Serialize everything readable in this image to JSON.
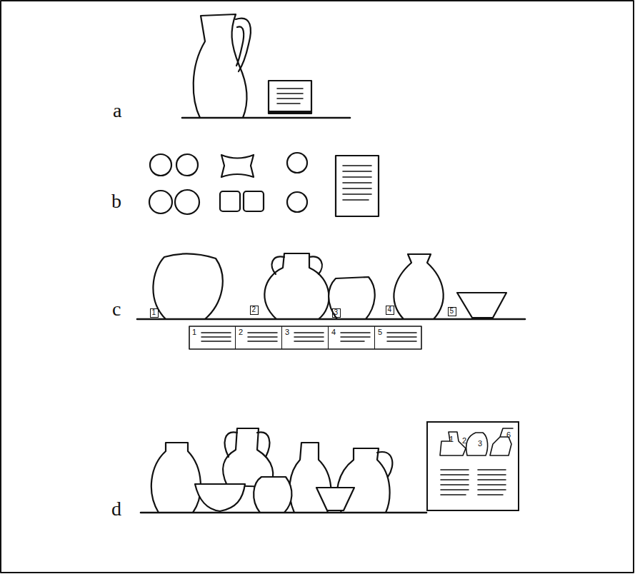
{
  "diagram": {
    "nodes": [
      {
        "text": [
          "1"
        ]
      },
      {
        "text": [
          "2"
        ]
      },
      {
        "text": [
          "3"
        ]
      },
      {
        "text": [
          "4"
        ]
      },
      {
        "text": [
          "5"
        ]
      },
      {
        "text": [
          "1"
        ]
      },
      {
        "text": [
          "2"
        ]
      },
      {
        "text": [
          "3"
        ]
      },
      {
        "text": [
          "4"
        ]
      },
      {
        "text": [
          "5"
        ]
      },
      {
        "text": [
          "1",
          "2",
          "3",
          "6"
        ]
      }
    ],
    "labels": [
      "a",
      "b",
      "c",
      "d"
    ]
  }
}
